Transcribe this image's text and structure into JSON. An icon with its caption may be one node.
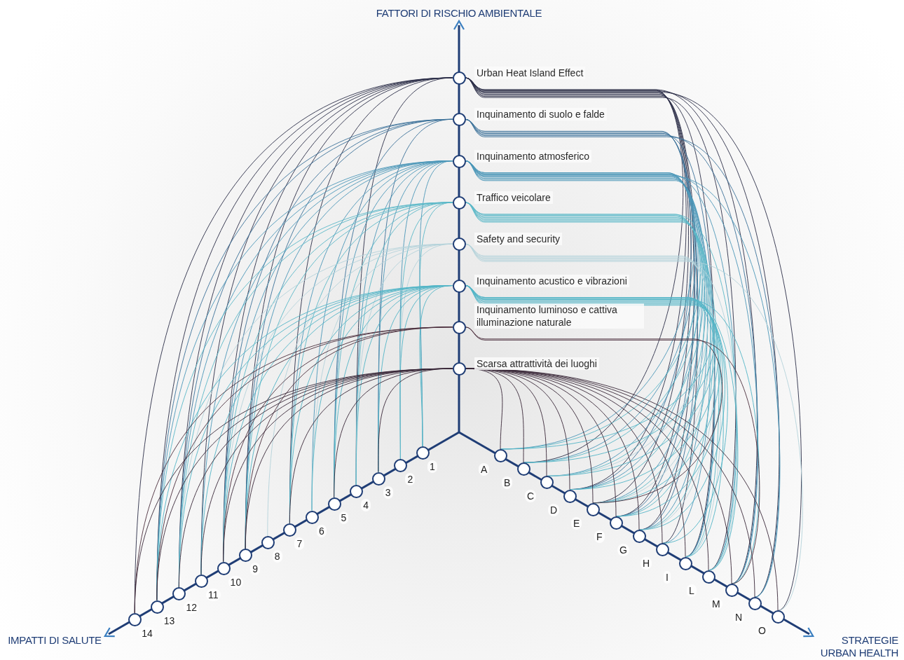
{
  "diagram": {
    "nodes": [
      {
        "text": [
          "Urban Heat Island Effect"
        ]
      },
      {
        "text": [
          "Inquinamento di suolo e falde"
        ]
      },
      {
        "text": [
          "Inquinamento atmosferico"
        ]
      },
      {
        "text": [
          "Traffico veicolare"
        ]
      },
      {
        "text": [
          "Safety and security"
        ]
      },
      {
        "text": [
          "Inquinamento acustico e vibrazioni"
        ]
      },
      {
        "text": [
          "Inquinamento luminoso e cattiva illuminazione naturale"
        ]
      },
      {
        "text": [
          "Scarsa attrattività dei luoghi"
        ]
      },
      {
        "text": [
          "1"
        ]
      },
      {
        "text": [
          "2"
        ]
      },
      {
        "text": [
          "3"
        ]
      },
      {
        "text": [
          "4"
        ]
      },
      {
        "text": [
          "5"
        ]
      },
      {
        "text": [
          "6"
        ]
      },
      {
        "text": [
          "7"
        ]
      },
      {
        "text": [
          "8"
        ]
      },
      {
        "text": [
          "9"
        ]
      },
      {
        "text": [
          "10"
        ]
      },
      {
        "text": [
          "11"
        ]
      },
      {
        "text": [
          "12"
        ]
      },
      {
        "text": [
          "13"
        ]
      },
      {
        "text": [
          "14"
        ]
      },
      {
        "text": [
          "A"
        ]
      },
      {
        "text": [
          "B"
        ]
      },
      {
        "text": [
          "C"
        ]
      },
      {
        "text": [
          "D"
        ]
      },
      {
        "text": [
          "E"
        ]
      },
      {
        "text": [
          "F"
        ]
      },
      {
        "text": [
          "G"
        ]
      },
      {
        "text": [
          "H"
        ]
      },
      {
        "text": [
          "I"
        ]
      },
      {
        "text": [
          "L"
        ]
      },
      {
        "text": [
          "M"
        ]
      },
      {
        "text": [
          "N"
        ]
      },
      {
        "text": [
          "O"
        ]
      }
    ],
    "edges": [
      {
        "from": 0,
        "to": 11,
        "arrow": "none",
        "color": "#2c2f48"
      },
      {
        "from": 0,
        "to": 14,
        "arrow": "none",
        "color": "#2c2f48"
      },
      {
        "from": 0,
        "to": 16,
        "arrow": "none",
        "color": "#2c2f48"
      },
      {
        "from": 0,
        "to": 17,
        "arrow": "none",
        "color": "#2c2f48"
      },
      {
        "from": 0,
        "to": 18,
        "arrow": "none",
        "color": "#2c2f48"
      },
      {
        "from": 0,
        "to": 19,
        "arrow": "none",
        "color": "#2c2f48"
      },
      {
        "from": 0,
        "to": 20,
        "arrow": "none",
        "color": "#2c2f48"
      },
      {
        "from": 0,
        "to": 21,
        "arrow": "none",
        "color": "#2c2f48"
      },
      {
        "from": 0,
        "to": 23,
        "arrow": "none",
        "color": "#2c2f48"
      },
      {
        "from": 0,
        "to": 25,
        "arrow": "none",
        "color": "#2c2f48"
      },
      {
        "from": 0,
        "to": 26,
        "arrow": "none",
        "color": "#2c2f48"
      },
      {
        "from": 0,
        "to": 27,
        "arrow": "none",
        "color": "#2c2f48"
      },
      {
        "from": 0,
        "to": 28,
        "arrow": "none",
        "color": "#2c2f48"
      },
      {
        "from": 0,
        "to": 29,
        "arrow": "none",
        "color": "#2c2f48"
      },
      {
        "from": 0,
        "to": 30,
        "arrow": "none",
        "color": "#2c2f48"
      },
      {
        "from": 0,
        "to": 31,
        "arrow": "none",
        "color": "#2c2f48"
      },
      {
        "from": 0,
        "to": 32,
        "arrow": "none",
        "color": "#2c2f48"
      },
      {
        "from": 0,
        "to": 33,
        "arrow": "none",
        "color": "#2c2f48"
      },
      {
        "from": 0,
        "to": 34,
        "arrow": "none",
        "color": "#2c2f48"
      },
      {
        "from": 1,
        "to": 10,
        "arrow": "none",
        "color": "#3c7199"
      },
      {
        "from": 1,
        "to": 12,
        "arrow": "none",
        "color": "#3c7199"
      },
      {
        "from": 1,
        "to": 16,
        "arrow": "none",
        "color": "#3c7199"
      },
      {
        "from": 1,
        "to": 17,
        "arrow": "none",
        "color": "#3c7199"
      },
      {
        "from": 1,
        "to": 19,
        "arrow": "none",
        "color": "#3c7199"
      },
      {
        "from": 1,
        "to": 20,
        "arrow": "none",
        "color": "#3c7199"
      },
      {
        "from": 1,
        "to": 25,
        "arrow": "none",
        "color": "#3c7199"
      },
      {
        "from": 1,
        "to": 27,
        "arrow": "none",
        "color": "#3c7199"
      },
      {
        "from": 1,
        "to": 28,
        "arrow": "none",
        "color": "#3c7199"
      },
      {
        "from": 1,
        "to": 30,
        "arrow": "none",
        "color": "#3c7199"
      },
      {
        "from": 1,
        "to": 32,
        "arrow": "none",
        "color": "#3c7199"
      },
      {
        "from": 1,
        "to": 33,
        "arrow": "none",
        "color": "#3c7199"
      },
      {
        "from": 2,
        "to": 8,
        "arrow": "none",
        "color": "#4b97b8"
      },
      {
        "from": 2,
        "to": 9,
        "arrow": "none",
        "color": "#4b97b8"
      },
      {
        "from": 2,
        "to": 10,
        "arrow": "none",
        "color": "#4b97b8"
      },
      {
        "from": 2,
        "to": 11,
        "arrow": "none",
        "color": "#4b97b8"
      },
      {
        "from": 2,
        "to": 12,
        "arrow": "none",
        "color": "#4b97b8"
      },
      {
        "from": 2,
        "to": 13,
        "arrow": "none",
        "color": "#4b97b8"
      },
      {
        "from": 2,
        "to": 14,
        "arrow": "none",
        "color": "#4b97b8"
      },
      {
        "from": 2,
        "to": 16,
        "arrow": "none",
        "color": "#4b97b8"
      },
      {
        "from": 2,
        "to": 17,
        "arrow": "none",
        "color": "#4b97b8"
      },
      {
        "from": 2,
        "to": 18,
        "arrow": "none",
        "color": "#4b97b8"
      },
      {
        "from": 2,
        "to": 19,
        "arrow": "none",
        "color": "#4b97b8"
      },
      {
        "from": 2,
        "to": 20,
        "arrow": "none",
        "color": "#4b97b8"
      },
      {
        "from": 2,
        "to": 22,
        "arrow": "none",
        "color": "#4b97b8"
      },
      {
        "from": 2,
        "to": 23,
        "arrow": "none",
        "color": "#4b97b8"
      },
      {
        "from": 2,
        "to": 24,
        "arrow": "none",
        "color": "#4b97b8"
      },
      {
        "from": 2,
        "to": 25,
        "arrow": "none",
        "color": "#4b97b8"
      },
      {
        "from": 2,
        "to": 26,
        "arrow": "none",
        "color": "#4b97b8"
      },
      {
        "from": 2,
        "to": 27,
        "arrow": "none",
        "color": "#4b97b8"
      },
      {
        "from": 2,
        "to": 28,
        "arrow": "none",
        "color": "#4b97b8"
      },
      {
        "from": 2,
        "to": 29,
        "arrow": "none",
        "color": "#4b97b8"
      },
      {
        "from": 2,
        "to": 30,
        "arrow": "none",
        "color": "#4b97b8"
      },
      {
        "from": 2,
        "to": 31,
        "arrow": "none",
        "color": "#4b97b8"
      },
      {
        "from": 2,
        "to": 32,
        "arrow": "none",
        "color": "#4b97b8"
      },
      {
        "from": 2,
        "to": 33,
        "arrow": "none",
        "color": "#4b97b8"
      },
      {
        "from": 3,
        "to": 8,
        "arrow": "none",
        "color": "#5bb8c8"
      },
      {
        "from": 3,
        "to": 9,
        "arrow": "none",
        "color": "#5bb8c8"
      },
      {
        "from": 3,
        "to": 11,
        "arrow": "none",
        "color": "#5bb8c8"
      },
      {
        "from": 3,
        "to": 12,
        "arrow": "none",
        "color": "#5bb8c8"
      },
      {
        "from": 3,
        "to": 14,
        "arrow": "none",
        "color": "#5bb8c8"
      },
      {
        "from": 3,
        "to": 16,
        "arrow": "none",
        "color": "#5bb8c8"
      },
      {
        "from": 3,
        "to": 17,
        "arrow": "none",
        "color": "#5bb8c8"
      },
      {
        "from": 3,
        "to": 19,
        "arrow": "none",
        "color": "#5bb8c8"
      },
      {
        "from": 3,
        "to": 20,
        "arrow": "none",
        "color": "#5bb8c8"
      },
      {
        "from": 3,
        "to": 22,
        "arrow": "none",
        "color": "#5bb8c8"
      },
      {
        "from": 3,
        "to": 23,
        "arrow": "none",
        "color": "#5bb8c8"
      },
      {
        "from": 3,
        "to": 24,
        "arrow": "none",
        "color": "#5bb8c8"
      },
      {
        "from": 3,
        "to": 25,
        "arrow": "none",
        "color": "#5bb8c8"
      },
      {
        "from": 3,
        "to": 26,
        "arrow": "none",
        "color": "#5bb8c8"
      },
      {
        "from": 3,
        "to": 27,
        "arrow": "none",
        "color": "#5bb8c8"
      },
      {
        "from": 3,
        "to": 28,
        "arrow": "none",
        "color": "#5bb8c8"
      },
      {
        "from": 3,
        "to": 30,
        "arrow": "none",
        "color": "#5bb8c8"
      },
      {
        "from": 3,
        "to": 31,
        "arrow": "none",
        "color": "#5bb8c8"
      },
      {
        "from": 4,
        "to": 9,
        "arrow": "none",
        "color": "#b5d3da"
      },
      {
        "from": 4,
        "to": 11,
        "arrow": "none",
        "color": "#b5d3da"
      },
      {
        "from": 4,
        "to": 13,
        "arrow": "none",
        "color": "#b5d3da"
      },
      {
        "from": 4,
        "to": 15,
        "arrow": "none",
        "color": "#b5d3da"
      },
      {
        "from": 4,
        "to": 17,
        "arrow": "none",
        "color": "#b5d3da"
      },
      {
        "from": 4,
        "to": 19,
        "arrow": "none",
        "color": "#b5d3da"
      },
      {
        "from": 4,
        "to": 24,
        "arrow": "none",
        "color": "#b5d3da"
      },
      {
        "from": 4,
        "to": 26,
        "arrow": "none",
        "color": "#b5d3da"
      },
      {
        "from": 4,
        "to": 28,
        "arrow": "none",
        "color": "#b5d3da"
      },
      {
        "from": 4,
        "to": 30,
        "arrow": "none",
        "color": "#b5d3da"
      },
      {
        "from": 4,
        "to": 31,
        "arrow": "none",
        "color": "#b5d3da"
      },
      {
        "from": 4,
        "to": 34,
        "arrow": "none",
        "color": "#b5d3da"
      },
      {
        "from": 5,
        "to": 8,
        "arrow": "none",
        "color": "#52b5c6"
      },
      {
        "from": 5,
        "to": 9,
        "arrow": "none",
        "color": "#52b5c6"
      },
      {
        "from": 5,
        "to": 10,
        "arrow": "none",
        "color": "#52b5c6"
      },
      {
        "from": 5,
        "to": 11,
        "arrow": "none",
        "color": "#52b5c6"
      },
      {
        "from": 5,
        "to": 12,
        "arrow": "none",
        "color": "#52b5c6"
      },
      {
        "from": 5,
        "to": 13,
        "arrow": "none",
        "color": "#52b5c6"
      },
      {
        "from": 5,
        "to": 14,
        "arrow": "none",
        "color": "#52b5c6"
      },
      {
        "from": 5,
        "to": 16,
        "arrow": "none",
        "color": "#52b5c6"
      },
      {
        "from": 5,
        "to": 17,
        "arrow": "none",
        "color": "#52b5c6"
      },
      {
        "from": 5,
        "to": 18,
        "arrow": "none",
        "color": "#52b5c6"
      },
      {
        "from": 5,
        "to": 19,
        "arrow": "none",
        "color": "#52b5c6"
      },
      {
        "from": 5,
        "to": 20,
        "arrow": "none",
        "color": "#52b5c6"
      },
      {
        "from": 5,
        "to": 22,
        "arrow": "none",
        "color": "#52b5c6"
      },
      {
        "from": 5,
        "to": 23,
        "arrow": "none",
        "color": "#52b5c6"
      },
      {
        "from": 5,
        "to": 24,
        "arrow": "none",
        "color": "#52b5c6"
      },
      {
        "from": 5,
        "to": 25,
        "arrow": "none",
        "color": "#52b5c6"
      },
      {
        "from": 5,
        "to": 26,
        "arrow": "none",
        "color": "#52b5c6"
      },
      {
        "from": 5,
        "to": 27,
        "arrow": "none",
        "color": "#52b5c6"
      },
      {
        "from": 5,
        "to": 28,
        "arrow": "none",
        "color": "#52b5c6"
      },
      {
        "from": 5,
        "to": 29,
        "arrow": "none",
        "color": "#52b5c6"
      },
      {
        "from": 5,
        "to": 30,
        "arrow": "none",
        "color": "#52b5c6"
      },
      {
        "from": 5,
        "to": 31,
        "arrow": "none",
        "color": "#52b5c6"
      },
      {
        "from": 5,
        "to": 32,
        "arrow": "none",
        "color": "#52b5c6"
      },
      {
        "from": 6,
        "to": 16,
        "arrow": "none",
        "color": "#4a2e3c"
      },
      {
        "from": 6,
        "to": 17,
        "arrow": "none",
        "color": "#4a2e3c"
      },
      {
        "from": 6,
        "to": 20,
        "arrow": "none",
        "color": "#4a2e3c"
      },
      {
        "from": 6,
        "to": 21,
        "arrow": "none",
        "color": "#4a2e3c"
      },
      {
        "from": 6,
        "to": 26,
        "arrow": "none",
        "color": "#4a2e3c"
      },
      {
        "from": 6,
        "to": 32,
        "arrow": "none",
        "color": "#4a2e3c"
      },
      {
        "from": 7,
        "to": 10,
        "arrow": "none",
        "color": "#3a2838"
      },
      {
        "from": 7,
        "to": 12,
        "arrow": "none",
        "color": "#3a2838"
      },
      {
        "from": 7,
        "to": 14,
        "arrow": "none",
        "color": "#3a2838"
      },
      {
        "from": 7,
        "to": 16,
        "arrow": "none",
        "color": "#3a2838"
      },
      {
        "from": 7,
        "to": 17,
        "arrow": "none",
        "color": "#3a2838"
      },
      {
        "from": 7,
        "to": 18,
        "arrow": "none",
        "color": "#3a2838"
      },
      {
        "from": 7,
        "to": 19,
        "arrow": "none",
        "color": "#3a2838"
      },
      {
        "from": 7,
        "to": 20,
        "arrow": "none",
        "color": "#3a2838"
      },
      {
        "from": 7,
        "to": 21,
        "arrow": "none",
        "color": "#3a2838"
      },
      {
        "from": 7,
        "to": 22,
        "arrow": "none",
        "color": "#3a2838"
      },
      {
        "from": 7,
        "to": 23,
        "arrow": "none",
        "color": "#3a2838"
      },
      {
        "from": 7,
        "to": 24,
        "arrow": "none",
        "color": "#3a2838"
      },
      {
        "from": 7,
        "to": 25,
        "arrow": "none",
        "color": "#3a2838"
      },
      {
        "from": 7,
        "to": 26,
        "arrow": "none",
        "color": "#3a2838"
      },
      {
        "from": 7,
        "to": 27,
        "arrow": "none",
        "color": "#3a2838"
      },
      {
        "from": 7,
        "to": 28,
        "arrow": "none",
        "color": "#3a2838"
      },
      {
        "from": 7,
        "to": 29,
        "arrow": "none",
        "color": "#3a2838"
      },
      {
        "from": 7,
        "to": 30,
        "arrow": "none",
        "color": "#3a2838"
      },
      {
        "from": 7,
        "to": 31,
        "arrow": "none",
        "color": "#3a2838"
      },
      {
        "from": 7,
        "to": 32,
        "arrow": "none",
        "color": "#3a2838"
      },
      {
        "from": 7,
        "to": 33,
        "arrow": "none",
        "color": "#3a2838"
      },
      {
        "from": 7,
        "to": 34,
        "arrow": "none",
        "color": "#3a2838"
      }
    ],
    "labels": [
      "FATTORI DI RISCHIO AMBIENTALE",
      "IMPATTI DI SALUTE",
      "STRATEGIE URBAN HEALTH"
    ]
  }
}
